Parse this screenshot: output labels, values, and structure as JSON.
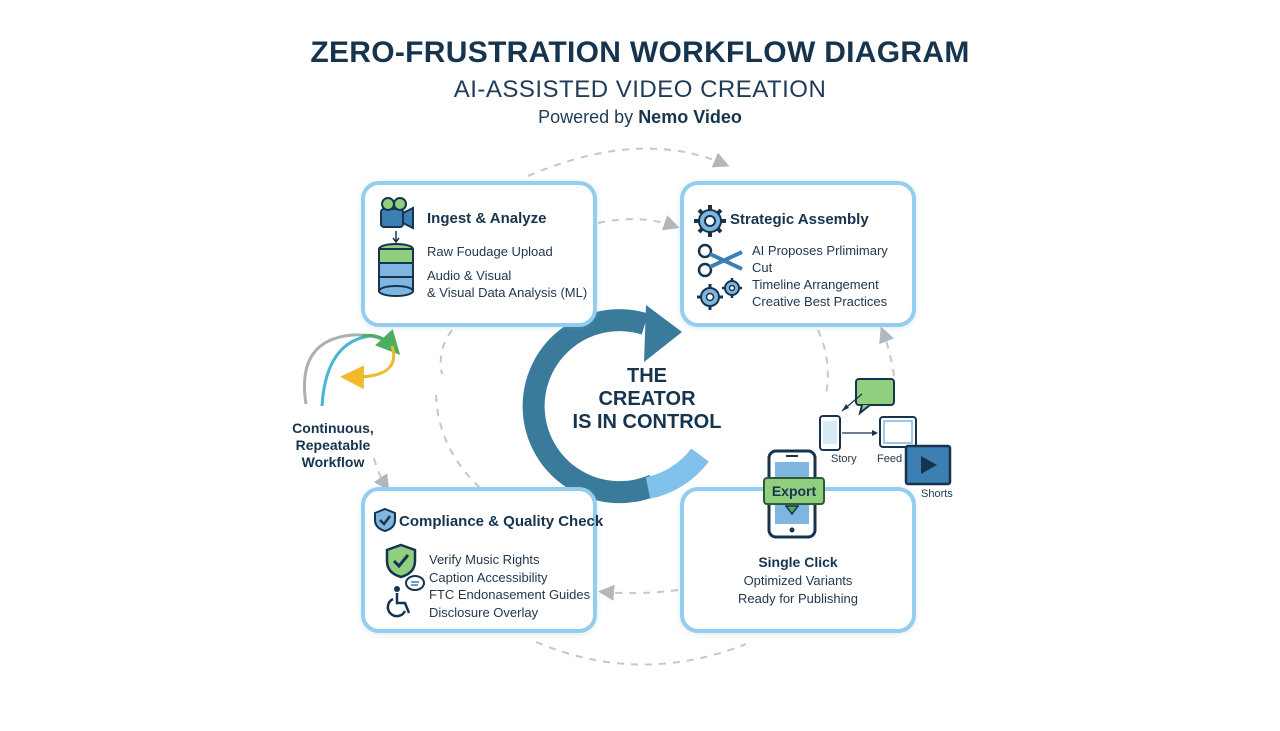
{
  "header": {
    "title": "ZERO-FRUSTRATION WORKFLOW DIAGRAM",
    "subtitle": "AI-ASSISTED VIDEO CREATION",
    "powered_prefix": "Powered by",
    "powered_brand": "Nemo Video"
  },
  "center": {
    "line1": "THE",
    "line2": "CREATOR",
    "line3": "IS IN CONTROL"
  },
  "loop_label": {
    "line1": "Continuous,",
    "line2": "Repeatable",
    "line3": "Workflow"
  },
  "cards": {
    "ingest": {
      "title": "Ingest & Analyze",
      "items": [
        "Raw Foudage Upload",
        "Audio & Visual",
        "& Visual Data Analysis (ML)"
      ]
    },
    "assembly": {
      "title": "Strategic Assembly",
      "items": [
        "AI Proposes Prlimimary",
        "Cut",
        "Timeline Arrangement",
        "Creative Best Practices"
      ]
    },
    "compliance": {
      "title": "Compliance & Quality Check",
      "items": [
        "Verify Music Rights",
        "Caption Accessibility",
        "FTC Endonasement Guides",
        "Disclosure Overlay"
      ]
    },
    "export": {
      "button": "Export",
      "items": [
        "Single Click",
        "Optimized Variants",
        "Ready for Publishing"
      ]
    }
  },
  "formats": {
    "story": "Story",
    "feed": "Feed",
    "shorts": "Shorts"
  },
  "colors": {
    "card_border": "#93cdf0",
    "navy": "#17344f",
    "teal_arc": "#3a7a9a",
    "light_arc": "#7fc1ea",
    "green": "#8fcf7e",
    "yellow": "#f2b92e"
  }
}
